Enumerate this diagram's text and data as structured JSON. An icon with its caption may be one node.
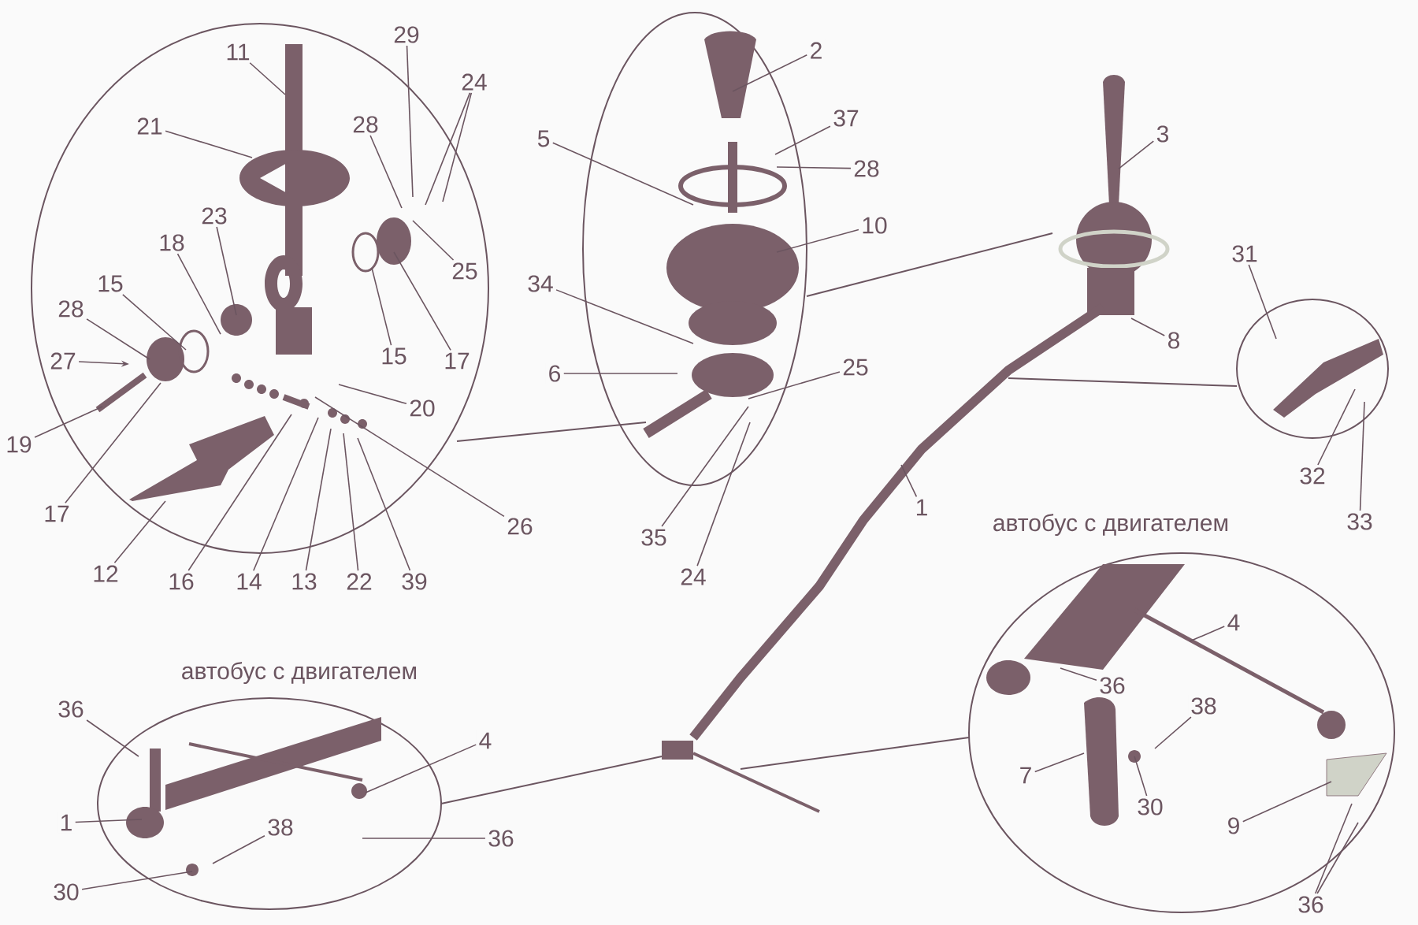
{
  "diagram": {
    "nodes": [
      {
        "text": [
          "11"
        ]
      },
      {
        "text": [
          "29"
        ]
      },
      {
        "text": [
          "24"
        ]
      },
      {
        "text": [
          "21"
        ]
      },
      {
        "text": [
          "28"
        ]
      },
      {
        "text": [
          "25"
        ]
      },
      {
        "text": [
          "23"
        ]
      },
      {
        "text": [
          "18"
        ]
      },
      {
        "text": [
          "15"
        ]
      },
      {
        "text": [
          "28"
        ]
      },
      {
        "text": [
          "27"
        ]
      },
      {
        "text": [
          "15"
        ]
      },
      {
        "text": [
          "17"
        ]
      },
      {
        "text": [
          "20"
        ]
      },
      {
        "text": [
          "19"
        ]
      },
      {
        "text": [
          "17"
        ]
      },
      {
        "text": [
          "12"
        ]
      },
      {
        "text": [
          "16"
        ]
      },
      {
        "text": [
          "14"
        ]
      },
      {
        "text": [
          "13"
        ]
      },
      {
        "text": [
          "22"
        ]
      },
      {
        "text": [
          "39"
        ]
      },
      {
        "text": [
          "26"
        ]
      },
      {
        "text": [
          "2"
        ]
      },
      {
        "text": [
          "5"
        ]
      },
      {
        "text": [
          "37"
        ]
      },
      {
        "text": [
          "28"
        ]
      },
      {
        "text": [
          "10"
        ]
      },
      {
        "text": [
          "34"
        ]
      },
      {
        "text": [
          "6"
        ]
      },
      {
        "text": [
          "25"
        ]
      },
      {
        "text": [
          "35"
        ]
      },
      {
        "text": [
          "24"
        ]
      },
      {
        "text": [
          "1"
        ]
      },
      {
        "text": [
          "3"
        ]
      },
      {
        "text": [
          "8"
        ]
      },
      {
        "text": [
          "31"
        ]
      },
      {
        "text": [
          "32"
        ]
      },
      {
        "text": [
          "33"
        ]
      },
      {
        "text": [
          "36"
        ]
      },
      {
        "text": [
          "4"
        ]
      },
      {
        "text": [
          "1"
        ]
      },
      {
        "text": [
          "38"
        ]
      },
      {
        "text": [
          "30"
        ]
      },
      {
        "text": [
          "36"
        ]
      },
      {
        "text": [
          "4"
        ]
      },
      {
        "text": [
          "36"
        ]
      },
      {
        "text": [
          "38"
        ]
      },
      {
        "text": [
          "7"
        ]
      },
      {
        "text": [
          "30"
        ]
      },
      {
        "text": [
          "9"
        ]
      },
      {
        "text": [
          "36"
        ]
      }
    ],
    "edges": [
      {
        "from": 0,
        "to": null,
        "arrow": "none"
      },
      {
        "from": 1,
        "to": null,
        "arrow": "none"
      },
      {
        "from": 2,
        "to": null,
        "arrow": "none"
      },
      {
        "from": 2,
        "to": null,
        "arrow": "none"
      },
      {
        "from": 3,
        "to": null,
        "arrow": "none"
      },
      {
        "from": 4,
        "to": null,
        "arrow": "none"
      },
      {
        "from": 5,
        "to": null,
        "arrow": "none"
      },
      {
        "from": 6,
        "to": null,
        "arrow": "none"
      },
      {
        "from": 7,
        "to": null,
        "arrow": "none"
      },
      {
        "from": 8,
        "to": null,
        "arrow": "none"
      },
      {
        "from": 9,
        "to": null,
        "arrow": "none"
      },
      {
        "from": 10,
        "to": null,
        "arrow": "to"
      },
      {
        "from": 11,
        "to": null,
        "arrow": "none"
      },
      {
        "from": 12,
        "to": null,
        "arrow": "none"
      },
      {
        "from": 13,
        "to": null,
        "arrow": "none"
      },
      {
        "from": 14,
        "to": null,
        "arrow": "none"
      },
      {
        "from": 15,
        "to": null,
        "arrow": "none"
      },
      {
        "from": 16,
        "to": null,
        "arrow": "none"
      },
      {
        "from": 17,
        "to": null,
        "arrow": "none"
      },
      {
        "from": 18,
        "to": null,
        "arrow": "none"
      },
      {
        "from": 19,
        "to": null,
        "arrow": "none"
      },
      {
        "from": 20,
        "to": null,
        "arrow": "none"
      },
      {
        "from": 21,
        "to": null,
        "arrow": "none"
      },
      {
        "from": 22,
        "to": null,
        "arrow": "none"
      },
      {
        "from": 23,
        "to": null,
        "arrow": "none"
      },
      {
        "from": 24,
        "to": null,
        "arrow": "none"
      },
      {
        "from": 25,
        "to": null,
        "arrow": "none"
      },
      {
        "from": 26,
        "to": null,
        "arrow": "none"
      },
      {
        "from": 27,
        "to": null,
        "arrow": "none"
      },
      {
        "from": 28,
        "to": null,
        "arrow": "none"
      },
      {
        "from": 29,
        "to": null,
        "arrow": "none"
      },
      {
        "from": 30,
        "to": null,
        "arrow": "none"
      },
      {
        "from": 31,
        "to": null,
        "arrow": "none"
      },
      {
        "from": 32,
        "to": null,
        "arrow": "none"
      },
      {
        "from": 33,
        "to": null,
        "arrow": "none"
      },
      {
        "from": 34,
        "to": null,
        "arrow": "none"
      },
      {
        "from": 35,
        "to": null,
        "arrow": "none"
      },
      {
        "from": 36,
        "to": null,
        "arrow": "none"
      },
      {
        "from": 37,
        "to": null,
        "arrow": "none"
      },
      {
        "from": 38,
        "to": null,
        "arrow": "none"
      },
      {
        "from": 39,
        "to": null,
        "arrow": "none"
      },
      {
        "from": 40,
        "to": null,
        "arrow": "none"
      },
      {
        "from": 41,
        "to": null,
        "arrow": "none"
      },
      {
        "from": 42,
        "to": null,
        "arrow": "none"
      },
      {
        "from": 43,
        "to": null,
        "arrow": "none"
      },
      {
        "from": 44,
        "to": null,
        "arrow": "none"
      },
      {
        "from": 45,
        "to": null,
        "arrow": "none"
      },
      {
        "from": 46,
        "to": null,
        "arrow": "none"
      },
      {
        "from": 47,
        "to": null,
        "arrow": "none"
      },
      {
        "from": 48,
        "to": null,
        "arrow": "none"
      },
      {
        "from": 49,
        "to": null,
        "arrow": "none"
      },
      {
        "from": 50,
        "to": null,
        "arrow": "none"
      },
      {
        "from": 51,
        "to": null,
        "arrow": "none"
      },
      {
        "from": 51,
        "to": null,
        "arrow": "none"
      }
    ],
    "labels": [
      "автобус с двигателем",
      "автобус с двигателем"
    ]
  }
}
